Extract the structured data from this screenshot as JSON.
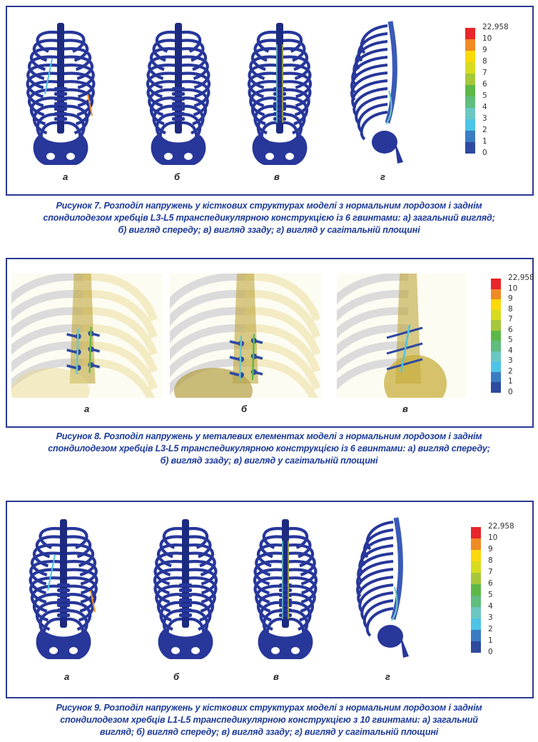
{
  "legend": {
    "labels": [
      "22,958",
      "10",
      "9",
      "8",
      "7",
      "6",
      "5",
      "4",
      "3",
      "2",
      "1",
      "0"
    ],
    "colors": [
      "#e8262b",
      "#f08a24",
      "#fbd90b",
      "#d8dc20",
      "#a6c83a",
      "#5db848",
      "#5fbd7d",
      "#6cc7c3",
      "#4cc4e6",
      "#3a7cc2",
      "#2f4aa0"
    ]
  },
  "figure7": {
    "panel_labels": [
      "а",
      "б",
      "в",
      "г"
    ],
    "caption": [
      "Рисунок 7. Розподіл напружень у кісткових структурах моделі з нормальним лордозом і заднім",
      "спондилодезом хребців L3-L5 транспедикулярною конструкцією із 6 гвинтами: а) загальний вигляд;",
      "б) вигляд спереду; в) вигляд ззаду; г) вигляд у сагітальній площині"
    ]
  },
  "figure8": {
    "panel_labels": [
      "а",
      "б",
      "в"
    ],
    "caption": [
      "Рисунок 8. Розподіл напружень у металевих елементах моделі з нормальним лордозом і заднім",
      "спондилодезом хребців L3-L5 транспедикулярною конструкцією із 6 гвинтами: а) вигляд спереду;",
      "б) вигляд ззаду; в) вигляд у сагітальній площині"
    ]
  },
  "figure9": {
    "panel_labels": [
      "а",
      "б",
      "в",
      "г"
    ],
    "caption": [
      "Рисунок 9. Розподіл напружень у кісткових структурах моделі з нормальним лордозом і заднім",
      "спондилодезом хребців L1-L5 транспедикулярною конструкцією з 10 гвинтами: а) загальний",
      "вигляд; б) вигляд спереду; в) вигляд ззаду; г) вигляд у сагітальній площині"
    ]
  }
}
